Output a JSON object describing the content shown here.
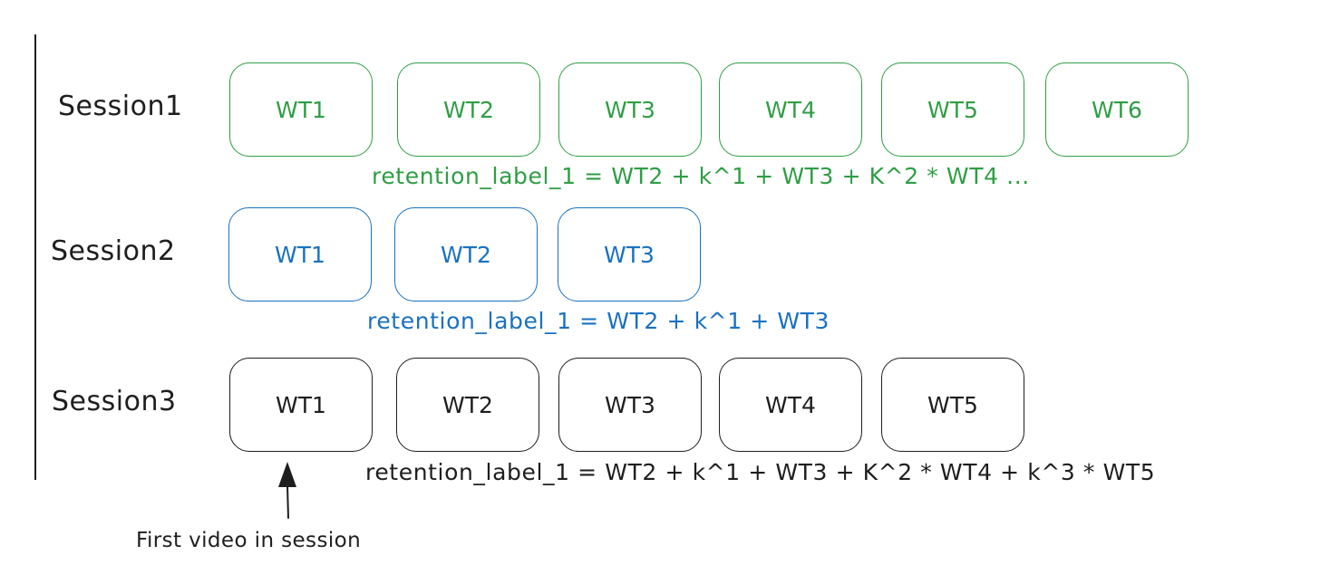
{
  "sessions": [
    {
      "label": "Session1",
      "color": "#2f9e44",
      "boxes": [
        "WT1",
        "WT2",
        "WT3",
        "WT4",
        "WT5",
        "WT6"
      ],
      "formula": "retention_label_1 = WT2 + k^1 + WT3 + K^2 * WT4 ..."
    },
    {
      "label": "Session2",
      "color": "#1971c2",
      "boxes": [
        "WT1",
        "WT2",
        "WT3"
      ],
      "formula": "retention_label_1 = WT2 + k^1 + WT3"
    },
    {
      "label": "Session3",
      "color": "#1e1e1e",
      "boxes": [
        "WT1",
        "WT2",
        "WT3",
        "WT4",
        "WT5"
      ],
      "formula": "retention_label_1 = WT2 + k^1 + WT3 + K^2 * WT4 + k^3 * WT5"
    }
  ],
  "annotation": {
    "text": "First video in session"
  }
}
